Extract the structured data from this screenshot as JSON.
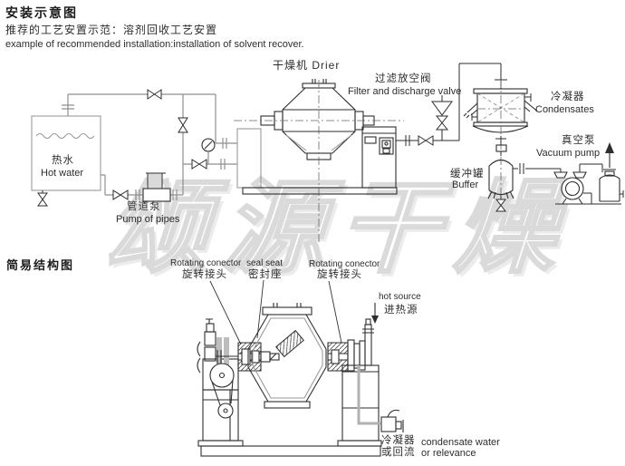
{
  "header": {
    "title": "安装示意图",
    "subtitle_cn": "推荐的工艺安置示范：溶剂回收工艺安置",
    "subtitle_en": "example of recommended installation:installation of solvent recover."
  },
  "installation": {
    "drier_label": "干燥机 Drier",
    "filter_valve_cn": "过滤放空阀",
    "filter_valve_en": "Filter and discharge valve",
    "condenser_cn": "冷凝器",
    "condenser_en": "Condensates",
    "vacuum_pump_cn": "真空泵",
    "vacuum_pump_en": "Vacuum pump",
    "buffer_cn": "缓冲罐",
    "buffer_en": "Buffer",
    "hot_water_cn": "热水",
    "hot_water_en": "Hot water",
    "pipe_pump_cn": "管道泵",
    "pipe_pump_en": "Pump of pipes"
  },
  "structure": {
    "title": "简易结构图",
    "rotating_connector_left_en": "Rotating conector",
    "rotating_connector_left_cn": "旋转接头",
    "seal_seat_en": "seal seat",
    "seal_seat_cn": "密封座",
    "rotating_connector_right_en": "Rotating conector",
    "rotating_connector_right_cn": "旋转接头",
    "hot_source_en": "hot source",
    "hot_source_cn": "进热源",
    "condensate_cn_line1": "冷凝器",
    "condensate_cn_line2": "或回流",
    "condensate_en_line1": "condensate water",
    "condensate_en_line2": "or relevance"
  },
  "watermark": {
    "text": "颂源干燥",
    "outline_color": "#dadada"
  },
  "colors": {
    "line_dark": "#2e2e2e",
    "line_gray": "#8f8f8f",
    "centerline": "#666666"
  }
}
